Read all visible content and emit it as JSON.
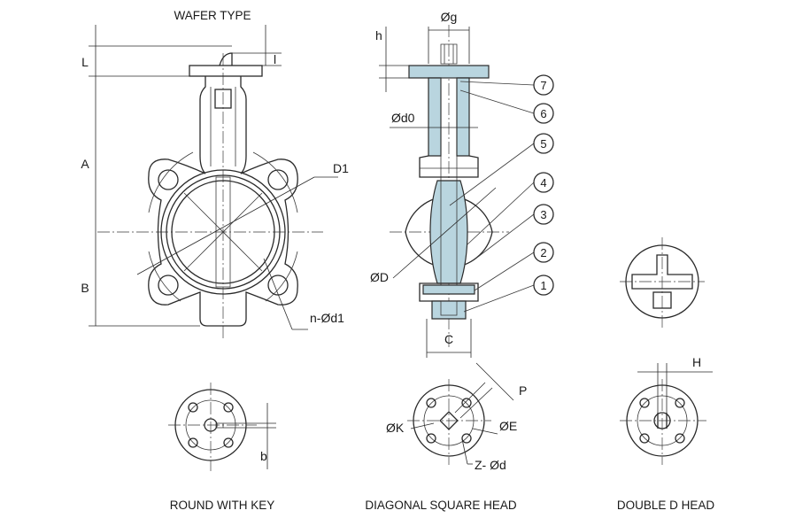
{
  "title": "WAFER TYPE",
  "captions": {
    "round_with_key": "ROUND WITH KEY",
    "diagonal_square_head": "DIAGONAL SQUARE HEAD",
    "double_d_head": "DOUBLE D HEAD"
  },
  "dimension_labels": {
    "L": "L",
    "l": "l",
    "A": "A",
    "B": "B",
    "D1": "D1",
    "n_d1": "n-Ød1",
    "g": "Øg",
    "h": "h",
    "d0": "Ød0",
    "D": "ØD",
    "C": "C",
    "b": "b",
    "P": "P",
    "K": "ØK",
    "E": "ØE",
    "Z_d": "Z- Ød",
    "H": "H"
  },
  "part_numbers": [
    "1",
    "2",
    "3",
    "4",
    "5",
    "6",
    "7"
  ],
  "colors": {
    "section_fill": "#b9d5df",
    "line": "#2a2a2a"
  }
}
